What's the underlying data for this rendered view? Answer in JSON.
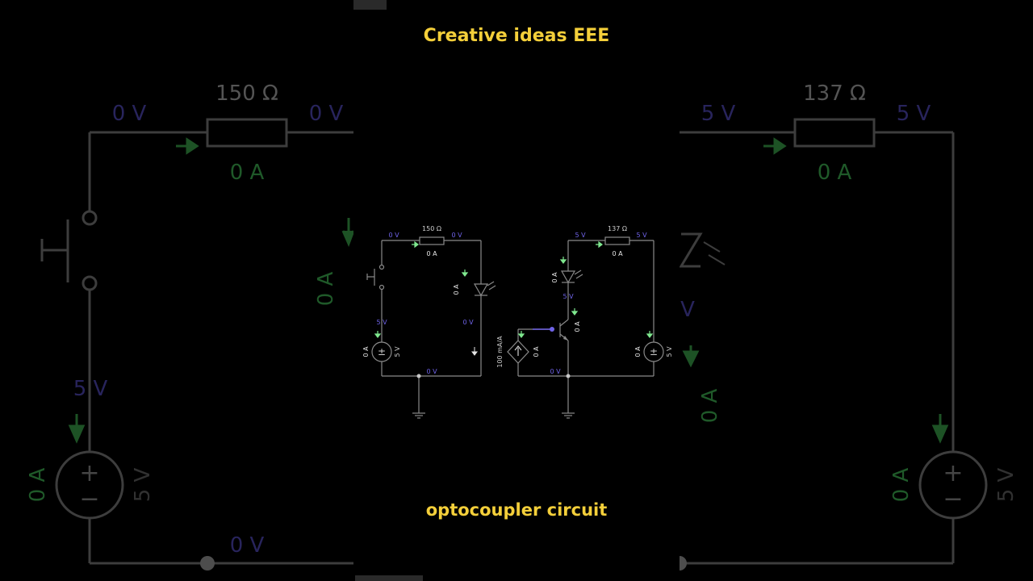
{
  "captions": {
    "title": "Creative ideas EEE",
    "subtitle": "optocoupler circuit"
  },
  "colors": {
    "background": "#000000",
    "wire": "#8a8a8a",
    "voltage": "#6f63e8",
    "current": "#e6e6e6",
    "arrow": "#7fe88f",
    "caption": "#f4cf3a"
  },
  "input_circuit": {
    "resistor": "150 Ω",
    "resistor_current": "0 A",
    "node_top_left_v": "0 V",
    "node_top_right_v": "0 V",
    "switch_bottom_v": "5 V",
    "source_current": "0 A",
    "source_voltage": "5 V",
    "led_current": "0 A",
    "led_bottom_v": "0 V",
    "ground_node_v": "0 V"
  },
  "output_circuit": {
    "resistor": "137 Ω",
    "resistor_current": "0 A",
    "node_top_left_v": "5 V",
    "node_top_right_v": "5 V",
    "led_current": "0 A",
    "collector_v": "5 V",
    "transistor_current": "0 A",
    "current_source_label": "100 mA/A",
    "current_source_current": "0 A",
    "source_current": "0 A",
    "source_voltage": "5 V",
    "ground_node_v": "0 V"
  },
  "background_left": {
    "resistor": "150 Ω",
    "resistor_current": "0 A",
    "v_top_left": "0 V",
    "v_top_right": "0 V",
    "v_switch": "5 V",
    "v_bottom": "0 V",
    "source_current": "0 A",
    "source_voltage": "5 V",
    "edge_current": "0 A"
  },
  "background_right": {
    "resistor": "137 Ω",
    "resistor_current": "0 A",
    "v_top_left": "5 V",
    "v_top_right": "5 V",
    "edge_voltage": "V",
    "edge_current": "0 A",
    "source_current": "0 A",
    "source_voltage": "5 V"
  }
}
